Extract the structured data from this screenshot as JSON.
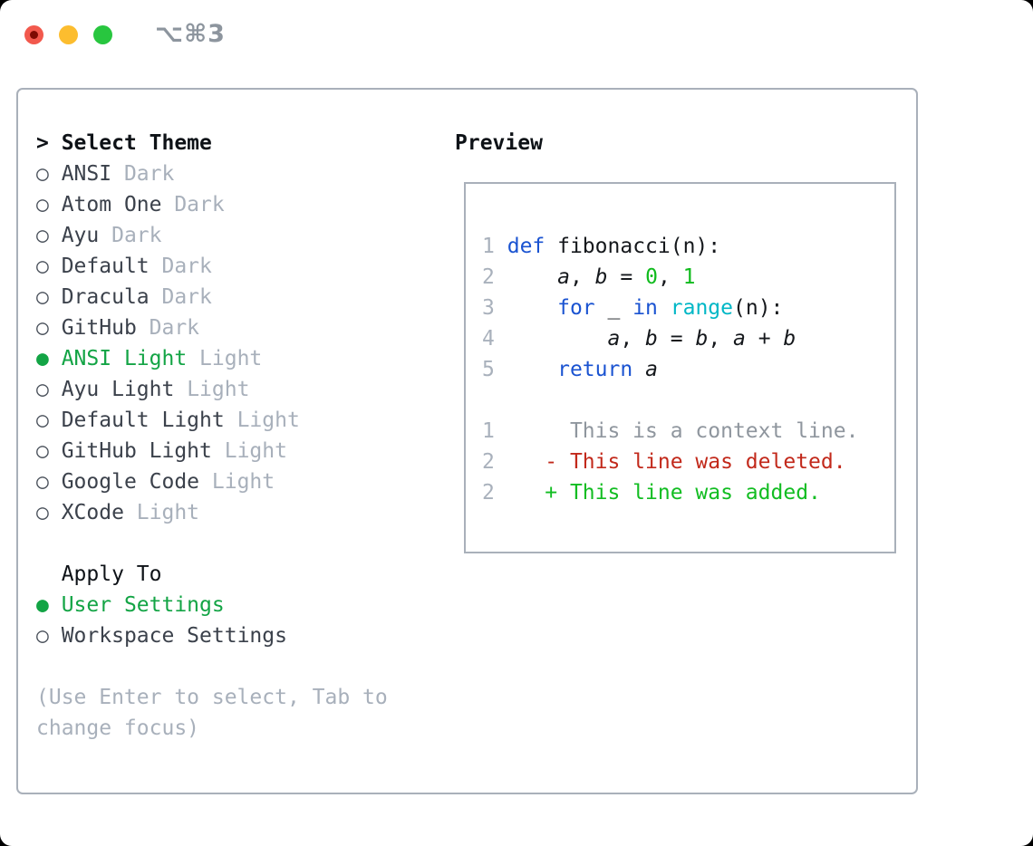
{
  "window": {
    "title": "⌥⌘3",
    "controls": [
      {
        "name": "close",
        "color": "#f2594d"
      },
      {
        "name": "minimize",
        "color": "#fcbd2f"
      },
      {
        "name": "zoom",
        "color": "#28c63f"
      }
    ]
  },
  "theme_picker": {
    "prompt": "> ",
    "header": "Select Theme",
    "bullet_unselected": "○ ",
    "bullet_selected": "● ",
    "themes": [
      {
        "name": "ANSI",
        "variant": "Dark",
        "selected": false
      },
      {
        "name": "Atom One",
        "variant": "Dark",
        "selected": false
      },
      {
        "name": "Ayu",
        "variant": "Dark",
        "selected": false
      },
      {
        "name": "Default",
        "variant": "Dark",
        "selected": false
      },
      {
        "name": "Dracula",
        "variant": "Dark",
        "selected": false
      },
      {
        "name": "GitHub",
        "variant": "Dark",
        "selected": false
      },
      {
        "name": "ANSI Light",
        "variant": "Light",
        "selected": true
      },
      {
        "name": "Ayu Light",
        "variant": "Light",
        "selected": false
      },
      {
        "name": "Default Light",
        "variant": "Light",
        "selected": false
      },
      {
        "name": "GitHub Light",
        "variant": "Light",
        "selected": false
      },
      {
        "name": "Google Code",
        "variant": "Light",
        "selected": false
      },
      {
        "name": "XCode",
        "variant": "Light",
        "selected": false
      }
    ],
    "apply_to": {
      "header": "  Apply To",
      "options": [
        {
          "label": "User Settings",
          "selected": true
        },
        {
          "label": "Workspace Settings",
          "selected": false
        }
      ]
    },
    "help_lines": [
      "(Use Enter to select, Tab to",
      "change focus)"
    ]
  },
  "preview": {
    "header": "Preview",
    "lines": [
      [
        {
          "c": "ln",
          "t": "1"
        },
        {
          "c": "pl",
          "t": " "
        },
        {
          "c": "kw",
          "t": "def"
        },
        {
          "c": "pl",
          "t": " fibonacci(n):"
        }
      ],
      [
        {
          "c": "ln",
          "t": "2"
        },
        {
          "c": "pl",
          "t": "     "
        },
        {
          "c": "var",
          "t": "a"
        },
        {
          "c": "pl",
          "t": ", "
        },
        {
          "c": "var",
          "t": "b"
        },
        {
          "c": "pl",
          "t": " = "
        },
        {
          "c": "num",
          "t": "0"
        },
        {
          "c": "pl",
          "t": ", "
        },
        {
          "c": "num",
          "t": "1"
        }
      ],
      [
        {
          "c": "ln",
          "t": "3"
        },
        {
          "c": "pl",
          "t": "     "
        },
        {
          "c": "kw",
          "t": "for"
        },
        {
          "c": "pl",
          "t": " _ "
        },
        {
          "c": "kw",
          "t": "in"
        },
        {
          "c": "pl",
          "t": " "
        },
        {
          "c": "bi",
          "t": "range"
        },
        {
          "c": "pl",
          "t": "(n):"
        }
      ],
      [
        {
          "c": "ln",
          "t": "4"
        },
        {
          "c": "pl",
          "t": "         "
        },
        {
          "c": "var",
          "t": "a"
        },
        {
          "c": "pl",
          "t": ", "
        },
        {
          "c": "var",
          "t": "b"
        },
        {
          "c": "pl",
          "t": " = "
        },
        {
          "c": "var",
          "t": "b"
        },
        {
          "c": "pl",
          "t": ", "
        },
        {
          "c": "var",
          "t": "a"
        },
        {
          "c": "pl",
          "t": " + "
        },
        {
          "c": "var",
          "t": "b"
        }
      ],
      [
        {
          "c": "ln",
          "t": "5"
        },
        {
          "c": "pl",
          "t": "     "
        },
        {
          "c": "kw",
          "t": "return"
        },
        {
          "c": "pl",
          "t": " "
        },
        {
          "c": "var",
          "t": "a"
        }
      ],
      [],
      [
        {
          "c": "ln",
          "t": "1"
        },
        {
          "c": "ctx",
          "t": "      This is a context line."
        }
      ],
      [
        {
          "c": "ln",
          "t": "2"
        },
        {
          "c": "pl",
          "t": "    "
        },
        {
          "c": "del",
          "t": "- This line was deleted."
        }
      ],
      [
        {
          "c": "ln",
          "t": "2"
        },
        {
          "c": "pl",
          "t": "    "
        },
        {
          "c": "add",
          "t": "+ This line was added."
        }
      ]
    ]
  },
  "colors": {
    "accent_green": "#13a445",
    "keyword_blue": "#1a53d1",
    "builtin_cyan": "#00b7c6",
    "number_green": "#10bb1d",
    "added_green": "#12bd22",
    "deleted_red": "#c2291b",
    "muted_gray": "#a8b0bb",
    "border_gray": "#a9b0ba"
  }
}
